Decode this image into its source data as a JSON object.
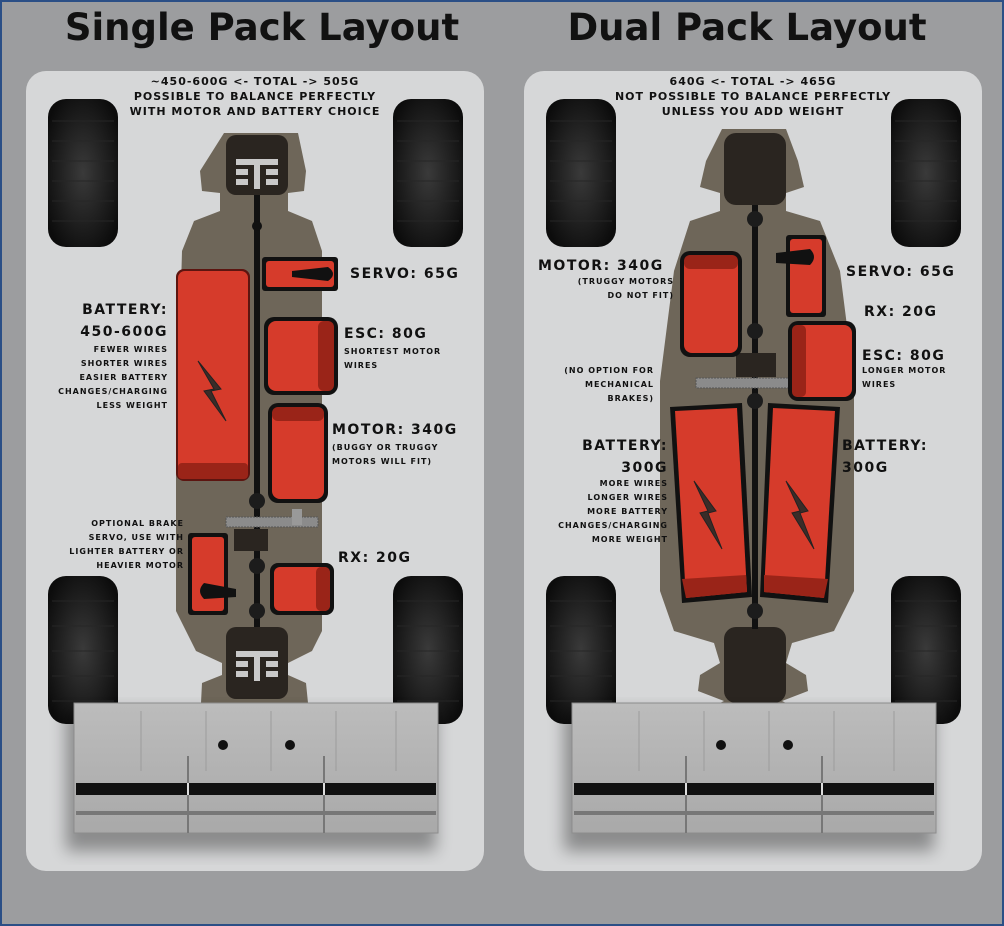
{
  "single": {
    "title": "Single Pack Layout",
    "header": [
      "~450-600g <- Total -> 505g",
      "Possible to balance perfectly",
      "with motor and battery choice"
    ],
    "servo": "Servo: 65g",
    "esc": "ESC: 80g",
    "esc_note": [
      "shortest motor",
      "wires"
    ],
    "motor": "Motor:  340g",
    "motor_note": [
      "(buggy or Truggy",
      "motors will fit)"
    ],
    "rx": "RX:  20g",
    "battery": "Battery:",
    "battery_weight": "450-600g",
    "battery_note": [
      "fewer wires",
      "shorter wires",
      "easier battery",
      "changes/charging",
      "less weight"
    ],
    "brake_note": [
      "Optional brake",
      "servo, use with",
      "lighter battery or",
      "heavier motor"
    ]
  },
  "dual": {
    "title": "Dual Pack Layout",
    "header": [
      "640g <- Total -> 465g",
      "not possible to balance perfectly",
      "unless you add weight"
    ],
    "motor": "Motor:  340g",
    "motor_note": [
      "(truggy motors",
      "do not fit)"
    ],
    "servo": "Servo: 65g",
    "rx": "RX: 20g",
    "esc": "ESC: 80g",
    "esc_note": [
      "longer motor",
      "wires"
    ],
    "brake_note": [
      "(No option for",
      "mechanical",
      "brakes)"
    ],
    "battery_left": "Battery:",
    "battery_left_weight": "300g",
    "battery_left_note": [
      "more wires",
      "longer wires",
      "more battery",
      "changes/charging",
      "more weight"
    ],
    "battery_right": "Battery:",
    "battery_right_weight": "300g"
  },
  "colors": {
    "component_red": "#d63b2b",
    "component_dark": "#8a1c14",
    "chassis": "#6e6659",
    "panel": "#d6d7d8",
    "background": "#9c9d9f",
    "border": "#2b4f86"
  }
}
